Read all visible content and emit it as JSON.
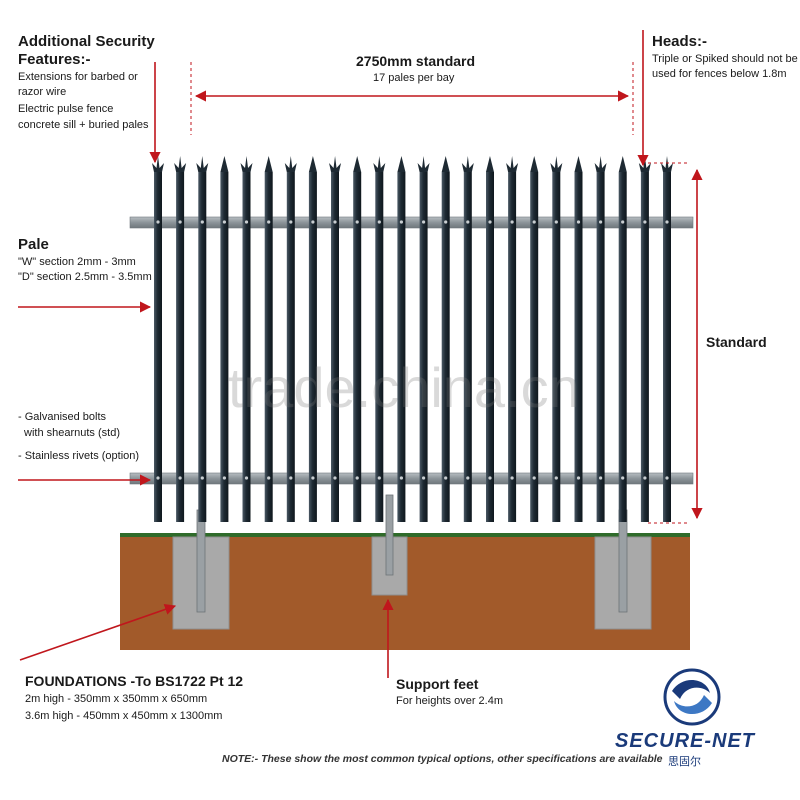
{
  "colors": {
    "pale": "#1e2a33",
    "rail": "#8c9499",
    "soil": "#a25a2a",
    "grass": "#2f6b2a",
    "concrete": "#a9a9a9",
    "arrow": "#c0161c",
    "brand": "#1a3a7a"
  },
  "labels": {
    "security_title": "Additional Security",
    "security_title2": "Features:-",
    "security_items": [
      "Extensions for barbed or",
      "razor wire",
      "Electric pulse fence",
      "concrete sill + buried pales"
    ],
    "width_title": "2750mm standard",
    "width_sub": "17 pales per bay",
    "heads_title": "Heads:-",
    "heads_items": [
      "Triple or Spiked should not be",
      "used for fences below 1.8m"
    ],
    "pale_title": "Pale",
    "pale_items": [
      "\"W\" section 2mm - 3mm",
      "\"D\" section 2.5mm - 3.5mm"
    ],
    "height_label": "Standard",
    "bolt_items": [
      "- Galvanised bolts",
      "with shearnuts (std)",
      "- Stainless rivets (option)"
    ],
    "foundations_title": "FOUNDATIONS -To BS1722 Pt 12",
    "foundations_items": [
      "2m high - 350mm x 350mm x 650mm",
      "3.6m high - 450mm x 450mm x 1300mm"
    ],
    "support_title": "Support feet",
    "support_sub": "For heights over 2.4m",
    "note": "NOTE:- These show the most common typical options, other specifications are available",
    "watermark": "trade.china.cn",
    "brand_name": "SECURE-NET",
    "brand_cn": "思固尔"
  },
  "icons": {
    "logo": "secure-net-swirl-logo"
  }
}
